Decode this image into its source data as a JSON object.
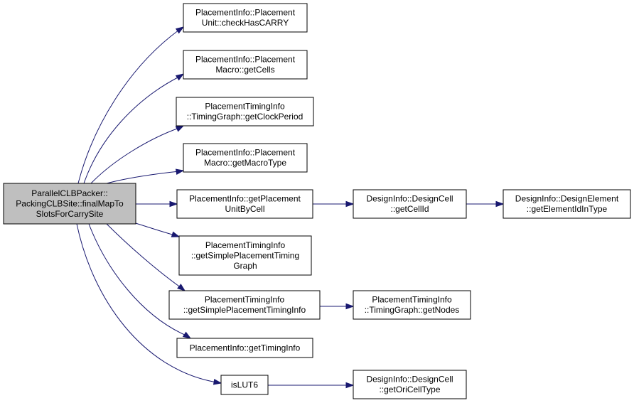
{
  "diagram": {
    "colors": {
      "edge": "#191970",
      "root_fill": "#bfbfbf",
      "node_fill": "#ffffff",
      "node_border": "#000000"
    },
    "nodes": [
      {
        "id": "root",
        "lines": [
          "ParallelCLBPacker::",
          "PackingCLBSite::finalMapTo",
          "SlotsForCarrySite"
        ]
      },
      {
        "id": "n1",
        "lines": [
          "PlacementInfo::Placement",
          "Unit::checkHasCARRY"
        ]
      },
      {
        "id": "n2",
        "lines": [
          "PlacementInfo::Placement",
          "Macro::getCells"
        ]
      },
      {
        "id": "n3",
        "lines": [
          "PlacementTimingInfo",
          "::TimingGraph::getClockPeriod"
        ]
      },
      {
        "id": "n4",
        "lines": [
          "PlacementInfo::Placement",
          "Macro::getMacroType"
        ]
      },
      {
        "id": "n5",
        "lines": [
          "PlacementInfo::getPlacement",
          "UnitByCell"
        ]
      },
      {
        "id": "n6",
        "lines": [
          "PlacementTimingInfo",
          "::getSimplePlacementTiming",
          "Graph"
        ]
      },
      {
        "id": "n7",
        "lines": [
          "PlacementTimingInfo",
          "::getSimplePlacementTimingInfo"
        ]
      },
      {
        "id": "n8",
        "lines": [
          "PlacementInfo::getTimingInfo"
        ]
      },
      {
        "id": "n9",
        "lines": [
          "isLUT6"
        ]
      },
      {
        "id": "n10",
        "lines": [
          "DesignInfo::DesignCell",
          "::getCellId"
        ]
      },
      {
        "id": "n11",
        "lines": [
          "DesignInfo::DesignElement",
          "::getElementIdInType"
        ]
      },
      {
        "id": "n12",
        "lines": [
          "PlacementTimingInfo",
          "::TimingGraph::getNodes"
        ]
      },
      {
        "id": "n13",
        "lines": [
          "DesignInfo::DesignCell",
          "::getOriCellType"
        ]
      }
    ],
    "edges": [
      {
        "from": "root",
        "to": "n1"
      },
      {
        "from": "root",
        "to": "n2"
      },
      {
        "from": "root",
        "to": "n3"
      },
      {
        "from": "root",
        "to": "n4"
      },
      {
        "from": "root",
        "to": "n5"
      },
      {
        "from": "root",
        "to": "n6"
      },
      {
        "from": "root",
        "to": "n7"
      },
      {
        "from": "root",
        "to": "n8"
      },
      {
        "from": "root",
        "to": "n9"
      },
      {
        "from": "n5",
        "to": "n10"
      },
      {
        "from": "n10",
        "to": "n11"
      },
      {
        "from": "n7",
        "to": "n12"
      },
      {
        "from": "n9",
        "to": "n13"
      }
    ]
  }
}
